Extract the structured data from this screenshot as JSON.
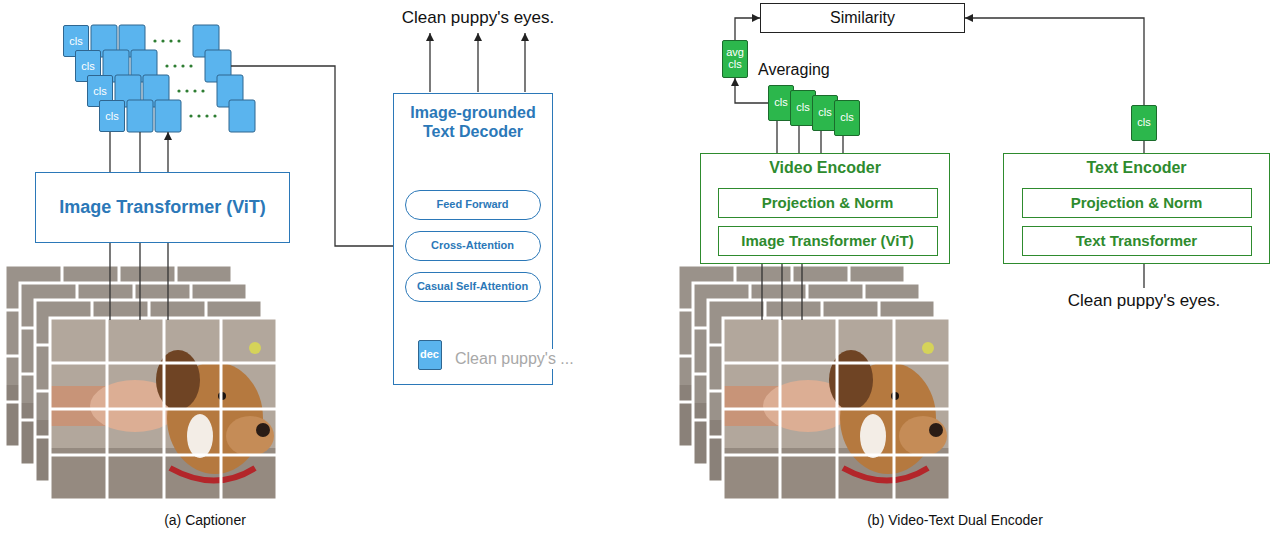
{
  "diagram": {
    "nodes": [
      {
        "text": [
          "cls"
        ]
      },
      {
        "text": [
          "cls"
        ]
      },
      {
        "text": [
          "cls"
        ]
      },
      {
        "text": [
          "cls"
        ]
      },
      {
        "text": [
          "Image Transformer (ViT)"
        ]
      },
      {
        "text": [
          "Image-grounded Text Decoder"
        ]
      },
      {
        "text": [
          "Feed Forward"
        ],
        "in": 5
      },
      {
        "text": [
          "Cross-Attention"
        ],
        "in": 5
      },
      {
        "text": [
          "Casual Self-Attention"
        ],
        "in": 5
      },
      {
        "text": [
          "dec"
        ],
        "in": 5
      },
      {
        "text": [
          "Similarity"
        ]
      },
      {
        "text": [
          "avg cls"
        ]
      },
      {
        "text": [
          "cls"
        ]
      },
      {
        "text": [
          "cls"
        ]
      },
      {
        "text": [
          "cls"
        ]
      },
      {
        "text": [
          "cls"
        ]
      },
      {
        "text": [
          "Video Encoder"
        ]
      },
      {
        "text": [
          "Projection & Norm"
        ],
        "in": 16
      },
      {
        "text": [
          "Image Transformer (ViT)"
        ],
        "in": 16
      },
      {
        "text": [
          "cls"
        ]
      },
      {
        "text": [
          "Text Encoder"
        ]
      },
      {
        "text": [
          "Projection & Norm"
        ],
        "in": 20
      },
      {
        "text": [
          "Text Transformer"
        ],
        "in": 20
      }
    ],
    "edges": [
      {
        "from": 4,
        "to": 3,
        "arrow": "none"
      },
      {
        "from": 9,
        "to": 8,
        "arrow": "none"
      },
      {
        "from": 8,
        "to": 7,
        "arrow": "none"
      },
      {
        "from": 7,
        "to": 6,
        "arrow": "none"
      },
      {
        "from": 11,
        "to": 10,
        "arrow": "to"
      },
      {
        "from": 19,
        "to": 10,
        "arrow": "to"
      },
      {
        "from": 12,
        "to": 11,
        "arrow": "to"
      },
      {
        "from": 16,
        "to": 12,
        "arrow": "none"
      },
      {
        "from": 16,
        "to": 13,
        "arrow": "none"
      },
      {
        "from": 16,
        "to": 14,
        "arrow": "none"
      },
      {
        "from": 16,
        "to": 15,
        "arrow": "none"
      },
      {
        "from": 20,
        "to": 19,
        "arrow": "none"
      }
    ],
    "labels": [
      "Clean puppy's eyes.",
      "Clean puppy's ...",
      "(a) Captioner",
      "Averaging",
      "Clean puppy's eyes.",
      "(b) Video-Text Dual Encoder"
    ]
  }
}
